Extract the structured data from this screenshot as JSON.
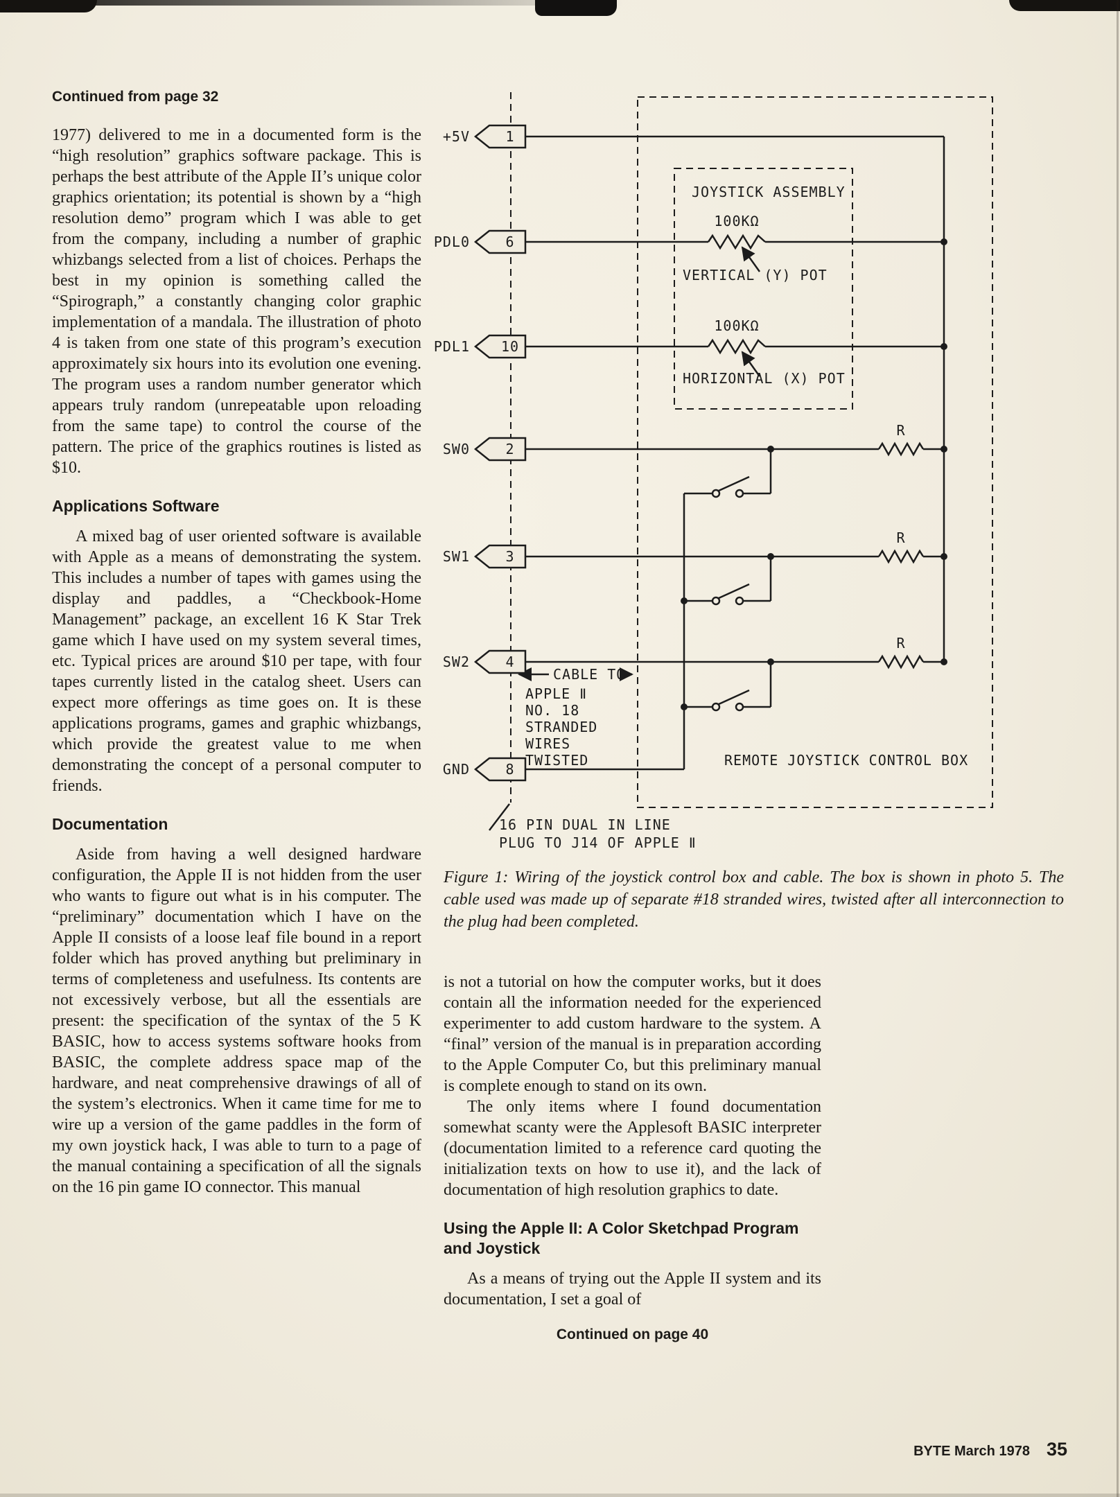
{
  "page": {
    "continued_from": "Continued from page 32",
    "continued_on": "Continued on page 40",
    "footer": {
      "magazine": "BYTE March 1978",
      "page_number": "35"
    }
  },
  "left_column": {
    "para1": "1977) delivered to me in a documented form is the “high resolution” graphics software package. This is perhaps the best attribute of the Apple II’s unique color graphics orientation; its potential is shown by a “high resolution demo” program which I was able to get from the company, including a number of graphic whizbangs selected from a list of choices. Perhaps the best in my opinion is something called the “Spirograph,” a constantly changing color graphic implementation of a mandala. The illustration of photo 4 is taken from one state of this program’s execution approximately six hours into its evolution one evening. The program uses a random number generator which appears truly random (unrepeatable upon reloading from the same tape) to control the course of the pattern. The price of the graphics routines is listed as $10.",
    "heading1": "Applications Software",
    "para2": "A mixed bag of user oriented software is available with Apple as a means of demonstrating the system. This includes a number of tapes with games using the display and paddles, a “Checkbook-Home Management” package, an excellent 16 K Star Trek game which I have used on my system several times, etc. Typical prices are around $10 per tape, with four tapes currently listed in the catalog sheet. Users can expect more offerings as time goes on. It is these applications programs, games and graphic whizbangs, which provide the greatest value to me when demonstrating the concept of a personal computer to friends.",
    "heading2": "Documentation",
    "para3": "Aside from having a well designed hardware configuration, the Apple II is not hidden from the user who wants to figure out what is in his computer. The “preliminary” documentation which I have on the Apple II consists of a loose leaf file bound in a report folder which has proved anything but preliminary in terms of completeness and usefulness. Its contents are not excessively verbose, but all the essentials are present: the specification of the syntax of the 5 K BASIC, how to access systems software hooks from BASIC, the complete address space map of the hardware, and neat comprehensive drawings of all of the system’s electronics. When it came time for me to wire up a version of the game paddles in the form of my own joystick hack, I was able to turn to a page of the manual containing a specification of all the signals on the 16 pin game IO connector. This manual"
  },
  "figure": {
    "caption": "Figure 1: Wiring of the joystick control box and cable. The box is shown in photo 5. The cable used was made up of separate #18 stranded wires, twisted after all interconnection to the plug had been completed."
  },
  "right_column": {
    "para1": "is not a tutorial on how the computer works, but it does contain all the information needed for the experienced experimenter to add custom hardware to the system. A “final” version of the manual is in preparation according to the Apple Computer Co, but this preliminary manual is complete enough to stand on its own.",
    "para2": "The only items where I found documentation somewhat scanty were the Applesoft BASIC interpreter (documentation limited to a reference card quoting the initialization texts on how to use it), and the lack of documentation of high resolution graphics to date.",
    "heading": "Using the Apple II: A Color Sketchpad Program and Joystick",
    "para3": "As a means of trying out the Apple II system and its documentation, I set a goal of"
  },
  "diagram": {
    "pins": [
      {
        "label": "+5V",
        "number": "1"
      },
      {
        "label": "PDL0",
        "number": "6"
      },
      {
        "label": "PDL1",
        "number": "10"
      },
      {
        "label": "SW0",
        "number": "2"
      },
      {
        "label": "SW1",
        "number": "3"
      },
      {
        "label": "SW2",
        "number": "4"
      },
      {
        "label": "GND",
        "number": "8"
      }
    ],
    "labels": {
      "joystick_assembly": "JOYSTICK ASSEMBLY",
      "pot1_value": "100KΩ",
      "pot1_name": "VERTICAL (Y) POT",
      "pot2_value": "100KΩ",
      "pot2_name": "HORIZONTAL (X) POT",
      "r1": "R",
      "r2": "R",
      "r3": "R",
      "cable_to": "CABLE TO",
      "cable_lines": [
        "APPLE Ⅱ",
        "NO. 18",
        "STRANDED",
        "WIRES",
        "TWISTED"
      ],
      "remote_box": "REMOTE JOYSTICK CONTROL BOX",
      "plug_line1": "16 PIN DUAL IN LINE",
      "plug_line2": "PLUG TO J14 OF APPLE Ⅱ"
    }
  },
  "colors": {
    "paper": "#f1ecdf",
    "ink": "#1d1b18"
  }
}
